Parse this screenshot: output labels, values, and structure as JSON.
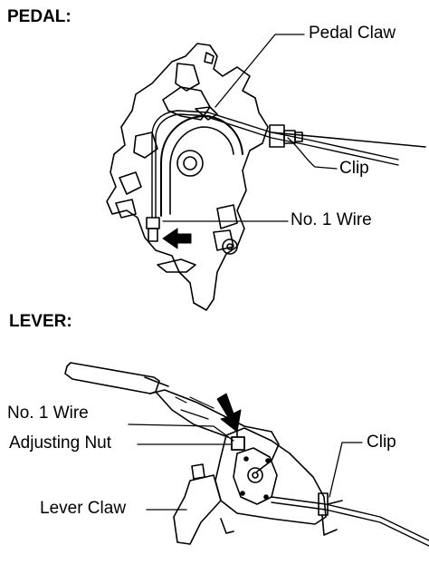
{
  "headings": {
    "pedal": "PEDAL:",
    "lever": "LEVER:"
  },
  "pedal_callouts": {
    "pedal_claw": "Pedal Claw",
    "clip": "Clip",
    "no1_wire": "No. 1 Wire"
  },
  "lever_callouts": {
    "no1_wire": "No. 1 Wire",
    "adjusting_nut": "Adjusting Nut",
    "clip": "Clip",
    "lever_claw": "Lever Claw"
  },
  "colors": {
    "ink": "#000000",
    "paper": "#ffffff"
  }
}
